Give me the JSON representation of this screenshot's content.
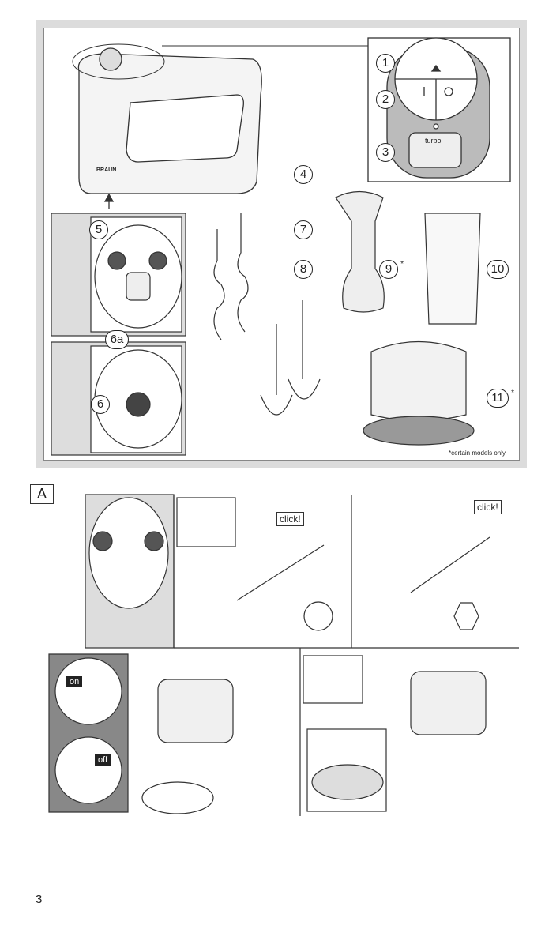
{
  "overview": {
    "brand": "BRAUN",
    "turbo_label": "turbo",
    "callouts": [
      "1",
      "2",
      "3",
      "4",
      "5",
      "6a",
      "6",
      "7",
      "8",
      "9",
      "10",
      "11"
    ],
    "asterisk": "*",
    "footnote": "*certain models only"
  },
  "section_a": {
    "label": "A",
    "click_1": "click!",
    "click_2": "click!",
    "on_label": "on",
    "off_label": "off"
  },
  "page_number": "3"
}
